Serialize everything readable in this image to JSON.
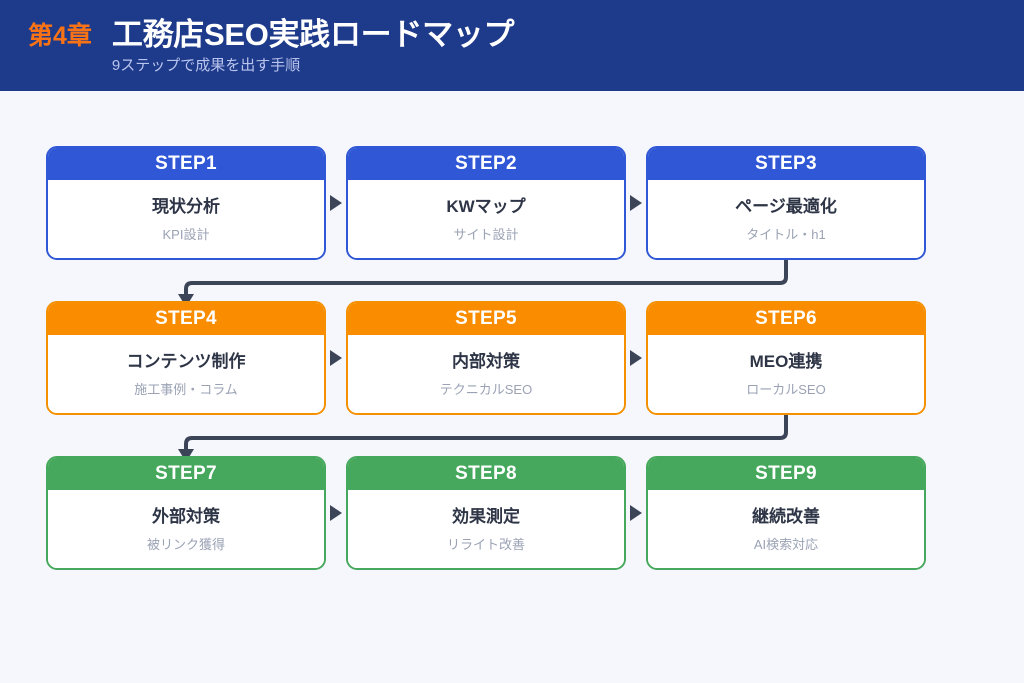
{
  "header": {
    "chapter": "第4章",
    "title": "工務店SEO実践ロードマップ",
    "subtitle": "9ステップで成果を出す手順",
    "bg_color": "#1e3a8a",
    "chapter_color": "#f97316",
    "title_color": "#ffffff",
    "subtitle_color": "#b9c4ee"
  },
  "page": {
    "background_color": "#f6f7fd"
  },
  "palette": {
    "blue": "#2f57d6",
    "orange": "#fa8c00",
    "green": "#46a85c",
    "connector": "#3c4558",
    "step_title": "#2e3546",
    "step_sub": "#9aa2b4"
  },
  "rows": [
    {
      "color": "blue",
      "steps": [
        {
          "label": "STEP1",
          "title": "現状分析",
          "sub": "KPI設計"
        },
        {
          "label": "STEP2",
          "title": "KWマップ",
          "sub": "サイト設計"
        },
        {
          "label": "STEP3",
          "title": "ページ最適化",
          "sub": "タイトル・h1"
        }
      ]
    },
    {
      "color": "orange",
      "steps": [
        {
          "label": "STEP4",
          "title": "コンテンツ制作",
          "sub": "施工事例・コラム"
        },
        {
          "label": "STEP5",
          "title": "内部対策",
          "sub": "テクニカルSEO"
        },
        {
          "label": "STEP6",
          "title": "MEO連携",
          "sub": "ローカルSEO"
        }
      ]
    },
    {
      "color": "green",
      "steps": [
        {
          "label": "STEP7",
          "title": "外部対策",
          "sub": "被リンク獲得"
        },
        {
          "label": "STEP8",
          "title": "効果測定",
          "sub": "リライト改善"
        },
        {
          "label": "STEP9",
          "title": "継続改善",
          "sub": "AI検索対応"
        }
      ]
    }
  ],
  "connectors": {
    "inline_arrow_icon": "triangle-right-icon",
    "wrap_arrow_icon": "elbow-arrow-down-left-icon",
    "count_inline": 6,
    "count_wrap": 2
  }
}
